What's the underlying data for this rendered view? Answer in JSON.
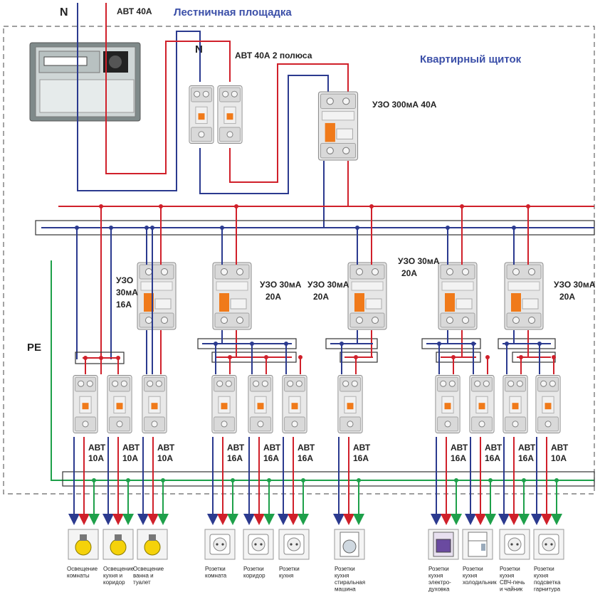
{
  "header": {
    "n_left": "N",
    "avt_top": "АВТ 40А",
    "landing_title": "Лестничная площадка",
    "panel_title": "Квартирный щиток",
    "n_mid": "N",
    "main_breaker": "АВТ 40А 2 полюса",
    "main_rcd": "УЗО 300мА 40А"
  },
  "pe_label": "PE",
  "colors": {
    "phase": "#d0202a",
    "neutral": "#2b3a8f",
    "pe": "#1ea04a",
    "orange": "#f07a1a"
  },
  "rcds": [
    {
      "line1": "УЗО",
      "line2": "30мА",
      "line3": "16А"
    },
    {
      "line1": "УЗО 30мА",
      "line2": "20А",
      "line3": ""
    },
    {
      "line1": "УЗО 30мА",
      "line2": "20А",
      "line3": ""
    },
    {
      "line1": "УЗО 30мА",
      "line2": "20А",
      "line3": ""
    },
    {
      "line1": "УЗО 30мА",
      "line2": "20А",
      "line3": ""
    }
  ],
  "breakers": [
    {
      "line1": "АВТ",
      "line2": "10А"
    },
    {
      "line1": "АВТ",
      "line2": "10А"
    },
    {
      "line1": "АВТ",
      "line2": "10А"
    },
    {
      "line1": "АВТ",
      "line2": "16А"
    },
    {
      "line1": "АВТ",
      "line2": "16А"
    },
    {
      "line1": "АВТ",
      "line2": "16А"
    },
    {
      "line1": "АВТ",
      "line2": "16А"
    },
    {
      "line1": "АВТ",
      "line2": "16А"
    },
    {
      "line1": "АВТ",
      "line2": "16А"
    },
    {
      "line1": "АВТ",
      "line2": "16А"
    },
    {
      "line1": "АВТ",
      "line2": "10А"
    }
  ],
  "loads": [
    {
      "icon": "bulb-icon",
      "lines": [
        "Освещение",
        "комнаты"
      ]
    },
    {
      "icon": "bulb-icon",
      "lines": [
        "Освещение",
        "кухня и",
        "коридор"
      ]
    },
    {
      "icon": "bulb-icon",
      "lines": [
        "Освещение",
        "ванна и",
        "туалет"
      ]
    },
    {
      "icon": "socket-icon",
      "lines": [
        "Розетки",
        "комната"
      ]
    },
    {
      "icon": "socket-icon",
      "lines": [
        "Розетки",
        "коридор"
      ]
    },
    {
      "icon": "socket-icon",
      "lines": [
        "Розетки",
        "кухня"
      ]
    },
    {
      "icon": "washer-icon",
      "lines": [
        "Розетки",
        "кухня",
        "стиральная",
        "машина"
      ]
    },
    {
      "icon": "oven-icon",
      "lines": [
        "Розетки",
        "кухня",
        "электро-",
        "духовка"
      ]
    },
    {
      "icon": "fridge-icon",
      "lines": [
        "Розетки",
        "кухня",
        "холодильник"
      ]
    },
    {
      "icon": "socket-icon",
      "lines": [
        "Розетки",
        "кухня",
        "СВЧ-печь",
        "и чайник"
      ]
    },
    {
      "icon": "socket-icon",
      "lines": [
        "Розетки",
        "кухня",
        "подсветка",
        "гарнитура"
      ]
    }
  ]
}
